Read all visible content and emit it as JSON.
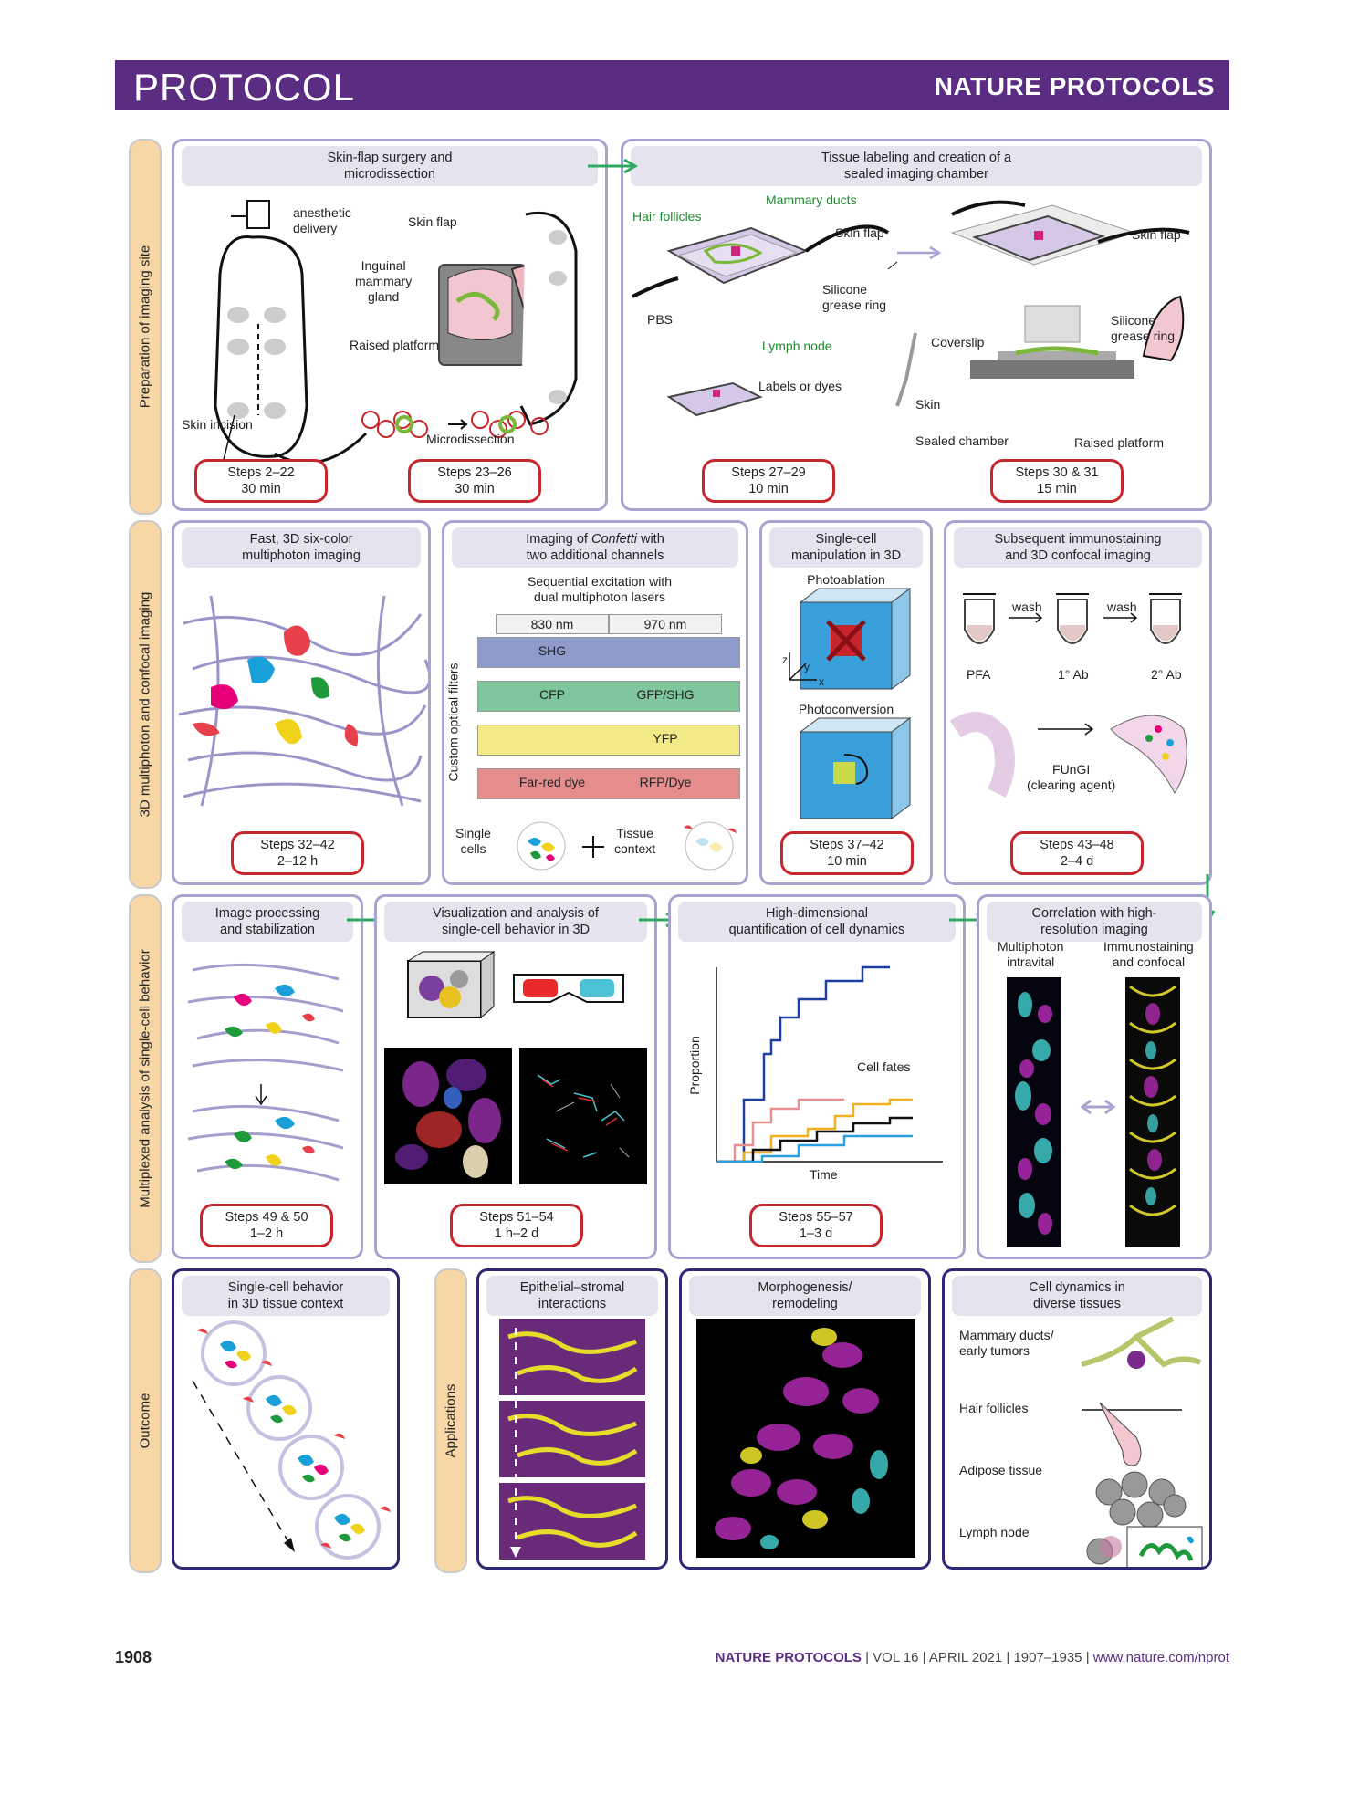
{
  "header": {
    "left": "PROTOCOL",
    "right": "NATURE PROTOCOLS"
  },
  "rows": [
    "Preparation of imaging site",
    "3D multiphoton and confocal imaging",
    "Multiplexed analysis of single-cell behavior",
    "Outcome"
  ],
  "applications_label": "Applications",
  "panels": {
    "p1": {
      "title": "Skin-flap surgery and\nmicrodissection",
      "labels": [
        "anesthetic\ndelivery",
        "Skin flap",
        "Inguinal\nmammary\ngland",
        "Raised platform",
        "Skin incision",
        "Microdissection"
      ],
      "steps_a": "Steps 2–22\n30 min",
      "steps_b": "Steps 23–26\n30 min"
    },
    "p2": {
      "title": "Tissue labeling and creation of a\nsealed imaging chamber",
      "labels": [
        "Hair follicles",
        "Mammary ducts",
        "Skin flap",
        "Silicone\ngrease ring",
        "PBS",
        "Lymph node",
        "Labels or dyes",
        "Skin flap",
        "Silicone\ngrease ring",
        "Coverslip",
        "Skin",
        "Sealed chamber",
        "Raised platform"
      ],
      "steps_a": "Steps 27–29\n10 min",
      "steps_b": "Steps 30 & 31\n15 min"
    },
    "p3": {
      "title": "Fast, 3D six-color\nmultiphoton imaging",
      "steps": "Steps 32–42\n2–12 h"
    },
    "p4": {
      "title_pre": "Imaging of ",
      "title_em": "Confetti",
      "title_post": " with\ntwo additional channels",
      "subtitle": "Sequential excitation with\ndual multiphoton lasers",
      "wavelengths": [
        "830 nm",
        "970 nm"
      ],
      "axis_label": "Custom optical filters",
      "filters": [
        [
          "SHG",
          ""
        ],
        [
          "CFP",
          "GFP/SHG"
        ],
        [
          "",
          "YFP"
        ],
        [
          "Far-red dye",
          "RFP/Dye"
        ]
      ],
      "bottom": [
        "Single\ncells",
        "Tissue\ncontext"
      ]
    },
    "p5": {
      "title": "Single-cell\nmanipulation in 3D",
      "labels": [
        "Photoablation",
        "Photoconversion"
      ],
      "axes": [
        "z",
        "y",
        "x"
      ],
      "steps": "Steps 37–42\n10 min"
    },
    "p6": {
      "title": "Subsequent immunostaining\nand 3D confocal imaging",
      "labels": [
        "wash",
        "wash",
        "PFA",
        "1° Ab",
        "2° Ab",
        "FUnGI\n(clearing agent)"
      ],
      "steps": "Steps 43–48\n2–4 d"
    },
    "p7": {
      "title": "Image processing\nand stabilization",
      "steps": "Steps 49 & 50\n1–2 h"
    },
    "p8": {
      "title": "Visualization and analysis of\nsingle-cell behavior in 3D",
      "steps": "Steps 51–54\n1 h–2 d"
    },
    "p9": {
      "title": "High-dimensional\nquantification of cell dynamics",
      "labels": [
        "Proportion",
        "Time",
        "Cell fates"
      ],
      "steps": "Steps 55–57\n1–3 d"
    },
    "p10": {
      "title": "Correlation with high-\nresolution imaging",
      "labels": [
        "Multiphoton\nintravital",
        "Immunostaining\nand confocal"
      ]
    },
    "p11": {
      "title": "Single-cell behavior\nin 3D tissue context"
    },
    "p12": {
      "title": "Epithelial–stromal\ninteractions"
    },
    "p13": {
      "title": "Morphogenesis/\nremodeling"
    },
    "p14": {
      "title": "Cell dynamics in\ndiverse tissues",
      "labels": [
        "Mammary ducts/\nearly tumors",
        "Hair follicles",
        "Adipose tissue",
        "Lymph node"
      ]
    }
  },
  "footer": {
    "page": "1908",
    "journal": "NATURE PROTOCOLS",
    "citation": " | VOL 16 | APRIL 2021 | 1907–1935 | ",
    "url": "www.nature.com/nprot"
  },
  "colors": {
    "header": "#5a2d82",
    "panel_border": "#a8a3cf",
    "outcome_border": "#2e2874",
    "steps_border": "#c8262d",
    "row_label": "#f8d7a6",
    "arrow_green": "#2ea860"
  }
}
